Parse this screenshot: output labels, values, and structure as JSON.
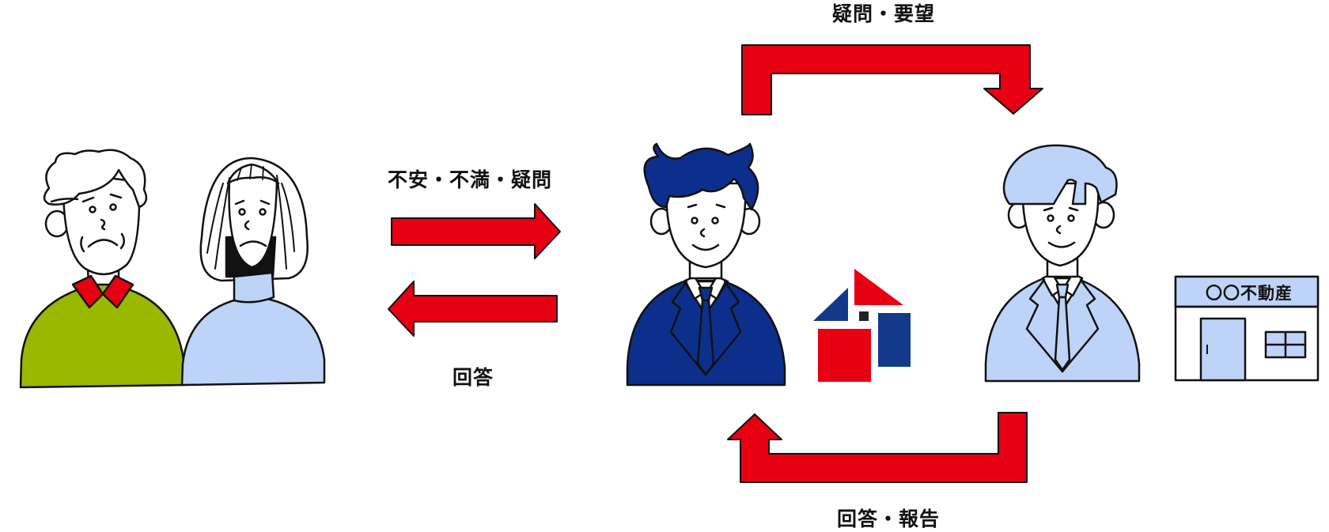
{
  "labels": {
    "top_loop": "疑問・要望",
    "concerns": "不安・不満・疑問",
    "answer": "回答",
    "bottom_loop": "回答・報告",
    "agency_sign": "〇〇不動産"
  },
  "colors": {
    "arrow_red": "#e60012",
    "navy": "#0c2f8c",
    "light_blue": "#bdd3f7",
    "green": "#9ab800",
    "logo_blue": "#13398a",
    "outline": "#111111"
  },
  "icons": [
    "elderly-man-icon",
    "elderly-woman-icon",
    "advisor-man-icon",
    "house-logo-icon",
    "agent-man-icon",
    "real-estate-office-icon"
  ]
}
